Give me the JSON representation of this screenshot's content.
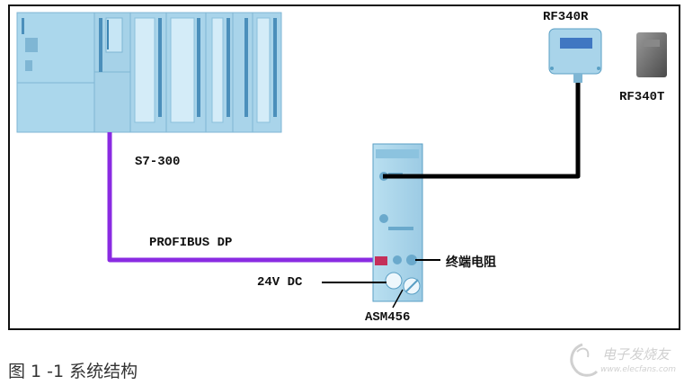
{
  "labels": {
    "plc": "S7-300",
    "profibus": "PROFIBUS DP",
    "asm": "ASM456",
    "power": "24V DC",
    "terminator": "终端电阻",
    "reader": "RF340R",
    "tag": "RF340T"
  },
  "caption": "图 1 -1 系统结构",
  "watermark": {
    "text_cn": "电子发烧友",
    "text_url": "www.elecfans.com"
  },
  "colors": {
    "profibus_cable": "#8a2be2",
    "rf_cable": "#000000",
    "module_body": "#a9d4ea",
    "module_edge": "#5a9fc4"
  }
}
